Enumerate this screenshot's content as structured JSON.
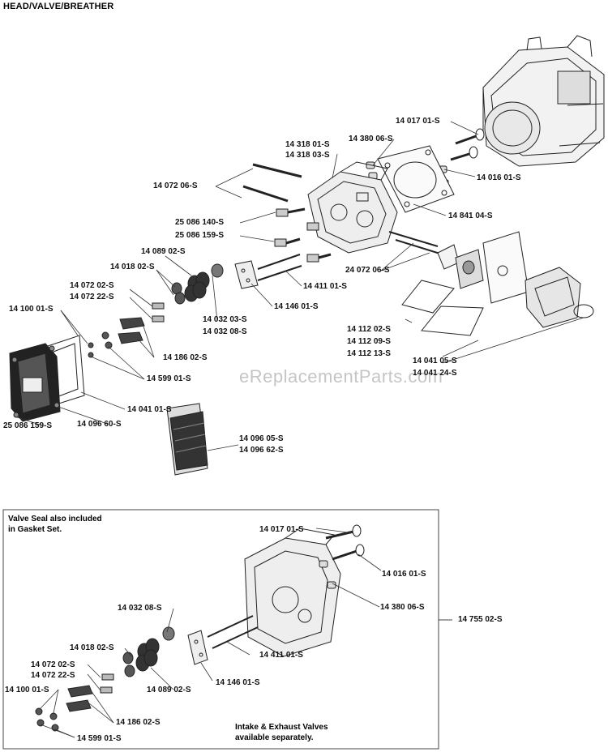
{
  "title": "HEAD/VALVE/BREATHER",
  "watermark": "eReplacementParts.com",
  "top_labels": {
    "p14017_01": "14 017 01-S",
    "p14380_06": "14 380 06-S",
    "p14318_01": "14 318 01-S",
    "p14318_03": "14 318 03-S",
    "p14016_01": "14 016 01-S",
    "p14072_06": "14 072 06-S",
    "p14841_04": "14 841 04-S",
    "p25086_140": "25 086 140-S",
    "p25086_159a": "25 086 159-S",
    "p14089_02": "14 089 02-S",
    "p24072_06": "24 072 06-S",
    "p14018_02": "14 018 02-S",
    "p14072_02": "14 072 02-S",
    "p14072_22": "14 072 22-S",
    "p14411_01": "14 411 01-S",
    "p14100_01": "14 100 01-S",
    "p14146_01": "14 146 01-S",
    "p14032_03": "14 032 03-S",
    "p14032_08": "14 032 08-S",
    "p14112_02": "14 112 02-S",
    "p14112_09": "14 112 09-S",
    "p14112_13": "14 112 13-S",
    "p14186_02": "14 186 02-S",
    "p14041_05": "14 041 05-S",
    "p14041_24": "14 041 24-S",
    "p14599_01": "14 599 01-S",
    "p14041_01": "14 041 01-S",
    "p25086_159b": "25 086 159-S",
    "p14096_60": "14 096 60-S",
    "p14096_05": "14 096 05-S",
    "p14096_62": "14 096 62-S"
  },
  "kit": {
    "note_line1": "Valve Seal also included",
    "note_line2": "in Gasket Set.",
    "note_bottom_line1": "Intake & Exhaust Valves",
    "note_bottom_line2": "available separately.",
    "kit_part": "14 755 02-S",
    "labels": {
      "k14017_01": "14 017 01-S",
      "k14016_01": "14 016 01-S",
      "k14380_06": "14 380 06-S",
      "k14032_08": "14 032 08-S",
      "k14411_01": "14 411 01-S",
      "k14018_02": "14 018 02-S",
      "k14072_02": "14 072 02-S",
      "k14072_22": "14 072 22-S",
      "k14089_02": "14 089 02-S",
      "k14146_01": "14 146 01-S",
      "k14100_01": "14 100 01-S",
      "k14186_02": "14 186 02-S",
      "k14599_01": "14 599 01-S"
    }
  }
}
